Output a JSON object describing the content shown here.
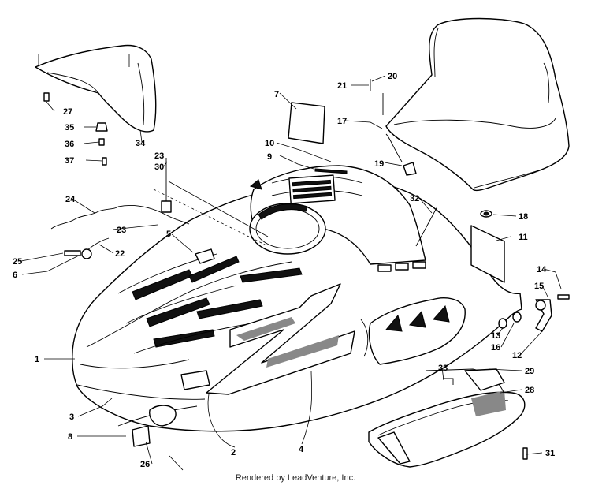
{
  "diagram": {
    "callouts": [
      "1",
      "2",
      "3",
      "4",
      "5",
      "6",
      "7",
      "8",
      "9",
      "10",
      "11",
      "12",
      "13",
      "14",
      "15",
      "16",
      "17",
      "18",
      "19",
      "20",
      "21",
      "22",
      "23",
      "23",
      "24",
      "25",
      "26",
      "27",
      "28",
      "29",
      "30",
      "31",
      "32",
      "33",
      "34",
      "35",
      "36",
      "37"
    ]
  },
  "footer": {
    "text": "Rendered by LeadVenture, Inc."
  }
}
